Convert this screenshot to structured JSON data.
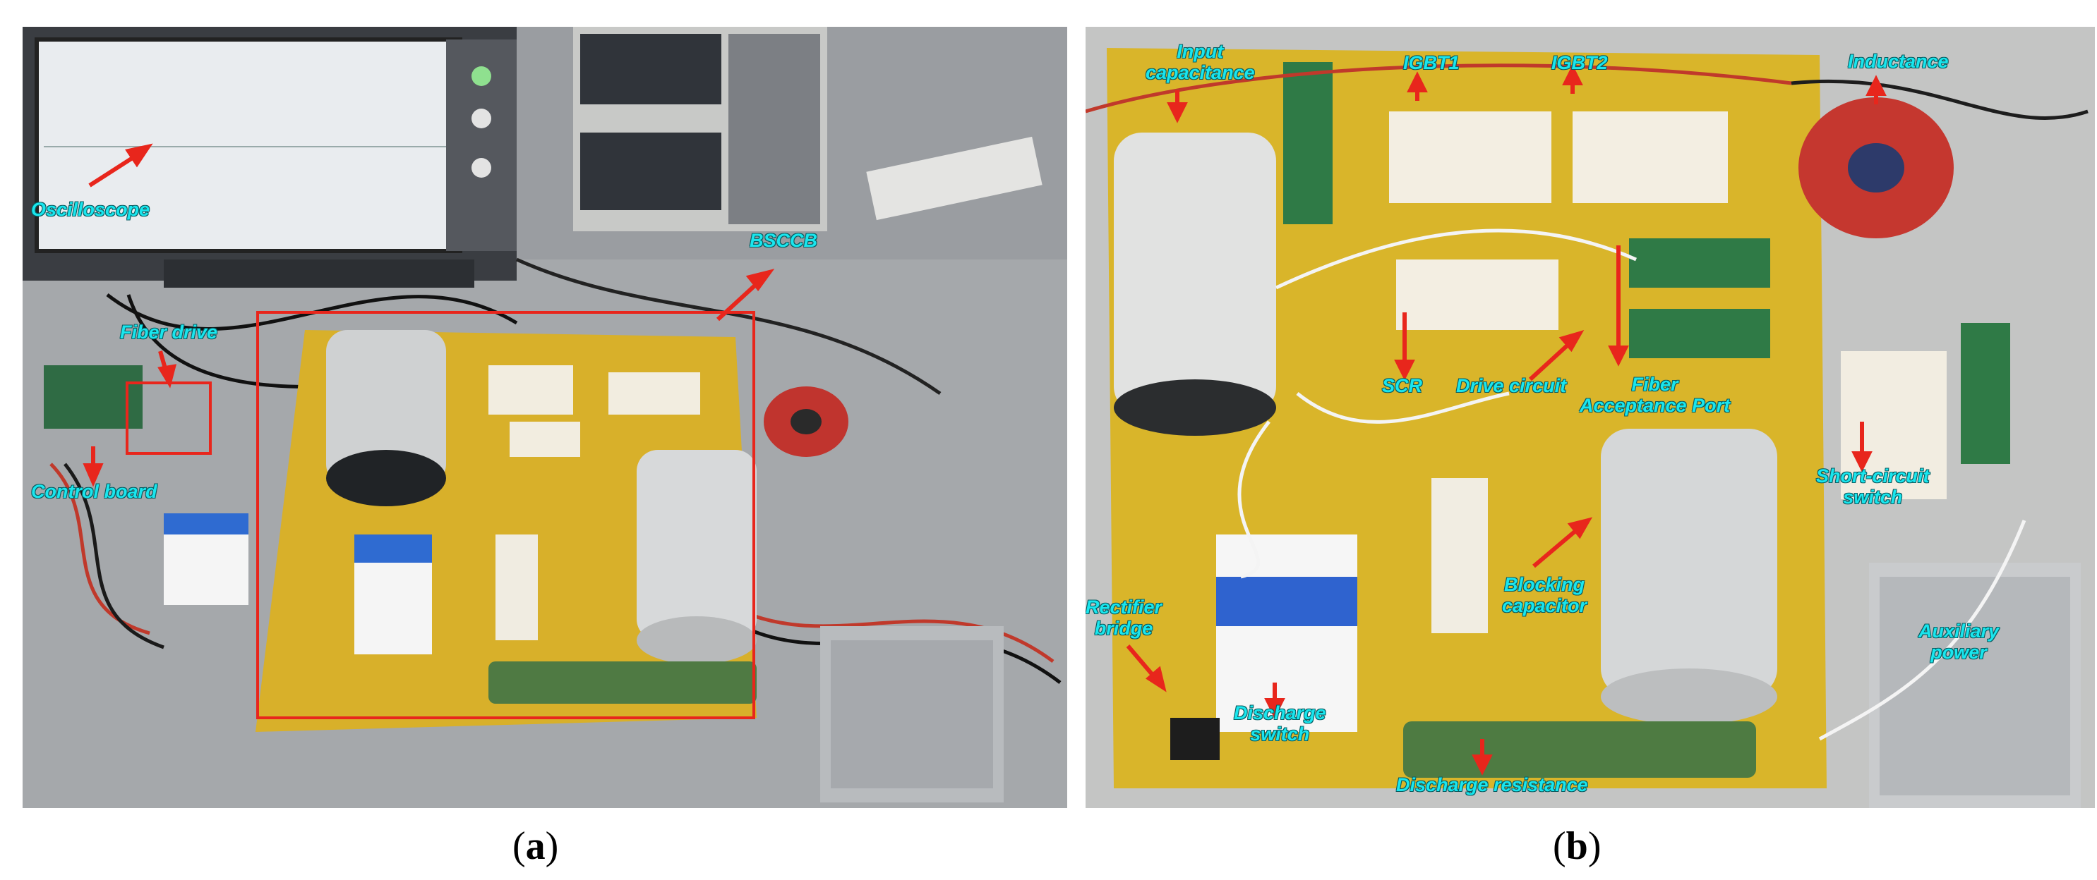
{
  "panel_a": {
    "labels": {
      "oscilloscope": "Oscilloscope",
      "fiber_drive": "Fiber drive",
      "bsccb": "BSCCB",
      "control_board": "Control board"
    },
    "caption": "a"
  },
  "panel_b": {
    "labels": {
      "input_capacitance": "Input\ncapacitance",
      "igbt1": "IGBT1",
      "igbt2": "IGBT2",
      "inductance": "Inductance",
      "scr": "SCR",
      "drive_circuit": "Drive circuit",
      "fiber_acceptance_port": "Fiber\nAcceptance Port",
      "short_circuit_switch": "Short-circuit\nswitch",
      "blocking_capacitor": "Blocking\ncapacitor",
      "rectifier_bridge": "Rectifier\nbridge",
      "auxiliary_power": "Auxiliary\npower",
      "discharge_switch": "Discharge\nswitch",
      "discharge_resistance": "Discharge resistance"
    },
    "caption": "b"
  },
  "colors": {
    "label": "#19e6ee",
    "arrow": "#e8261c",
    "board": "#d9b52a"
  }
}
